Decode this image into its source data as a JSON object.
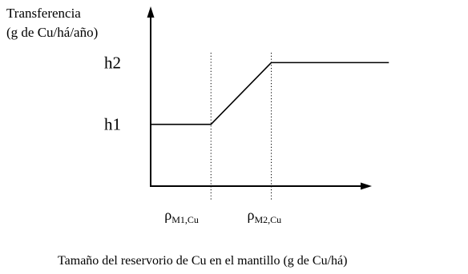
{
  "chart_data": {
    "type": "line",
    "title": "",
    "ylabel_lines": [
      "Transferencia",
      "(g de Cu/há/año)"
    ],
    "xlabel": "Tamaño del reservorio de  Cu en el mantillo (g de Cu/há)",
    "y_ticks": [
      {
        "label": "h2",
        "value": 2
      },
      {
        "label": "h1",
        "value": 1
      }
    ],
    "x_ticks": [
      {
        "symbol": "ρ",
        "subscript": "M1,Cu",
        "value": 1
      },
      {
        "symbol": "ρ",
        "subscript": "M2,Cu",
        "value": 2
      }
    ],
    "xlim": [
      0,
      4
    ],
    "ylim": [
      0,
      2.6
    ],
    "series": [
      {
        "x": [
          0,
          1,
          2,
          3.95
        ],
        "y": [
          1,
          1,
          2,
          2
        ]
      }
    ],
    "reference_lines": [
      {
        "orientation": "vertical",
        "x": 1,
        "style": "dotted"
      },
      {
        "orientation": "vertical",
        "x": 2,
        "style": "dotted"
      }
    ],
    "grid": false,
    "legend": "none"
  }
}
